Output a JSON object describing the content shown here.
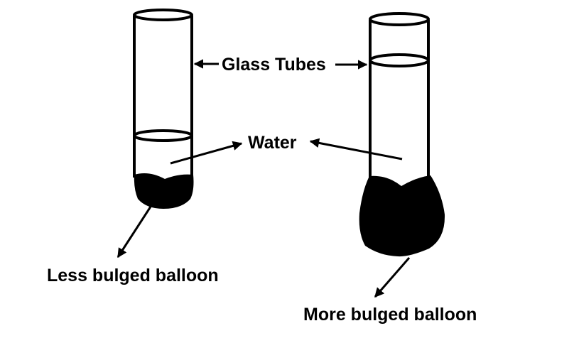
{
  "labels": {
    "glass_tubes": "Glass Tubes",
    "water": "Water",
    "less_bulged": "Less bulged balloon",
    "more_bulged": "More bulged balloon"
  },
  "colors": {
    "ink": "#000000",
    "background": "#ffffff"
  }
}
